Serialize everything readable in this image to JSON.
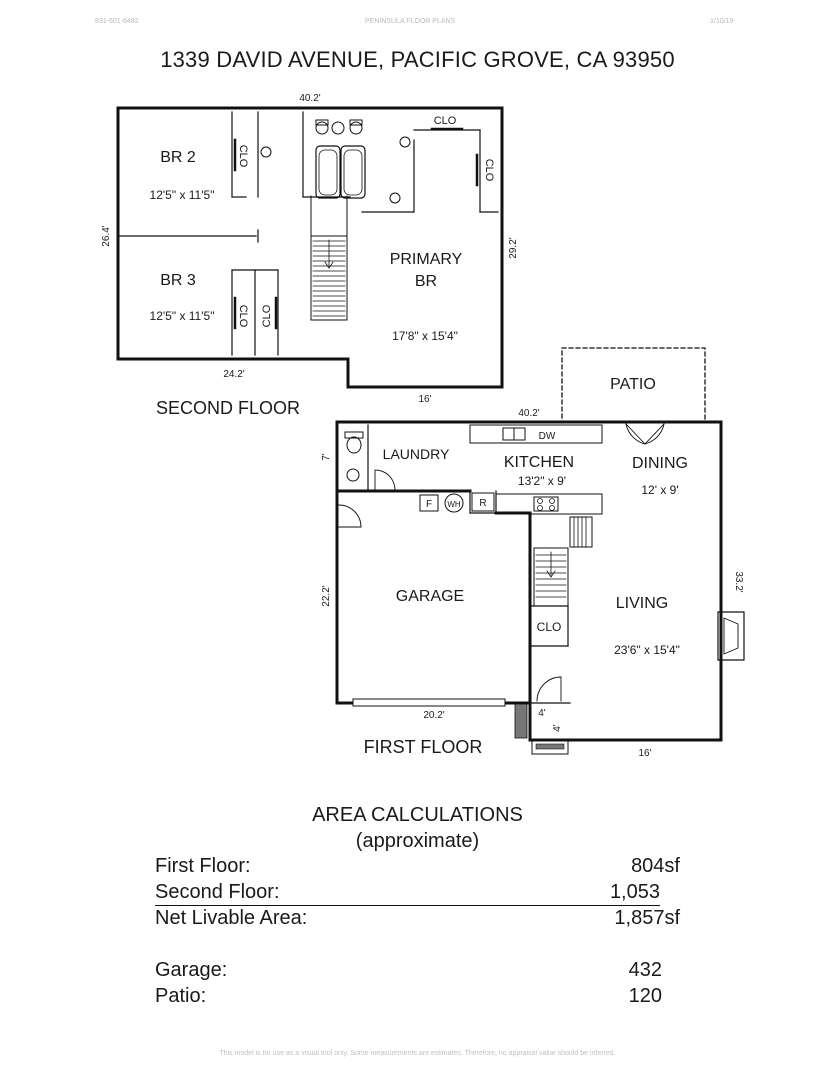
{
  "header": {
    "phone": "831-601-6482",
    "company": "PENINSULA FLOOR PLANS",
    "date": "1/10/19"
  },
  "title": "1339 DAVID AVENUE, PACIFIC GROVE, CA  93950",
  "second_floor": {
    "label": "SECOND FLOOR",
    "dims": {
      "top": "40.2'",
      "left": "26.4'",
      "right": "29.2'",
      "bottom_left": "24.2'",
      "bottom_right": "16'"
    },
    "rooms": {
      "br2": {
        "name": "BR 2",
        "size": "12'5\" x 11'5\""
      },
      "br3": {
        "name": "BR 3",
        "size": "12'5\" x 11'5\""
      },
      "primary_line1": "PRIMARY",
      "primary_line2": "BR",
      "primary_size": "17'8\" x 15'4\"",
      "clo": "CLO"
    }
  },
  "first_floor": {
    "label": "FIRST FLOOR",
    "dims": {
      "top": "40.2'",
      "left_small": "7'",
      "left": "22.2'",
      "garage_bottom": "20.2'",
      "right": "33.2'",
      "bottom": "16'",
      "entry_w": "4'",
      "entry_h": "4'"
    },
    "rooms": {
      "patio": "PATIO",
      "laundry": "LAUNDRY",
      "kitchen": {
        "name": "KITCHEN",
        "size": "13'2\" x 9'"
      },
      "dining": {
        "name": "DINING",
        "size": "12' x 9'"
      },
      "garage": "GARAGE",
      "living": {
        "name": "LIVING",
        "size": "23'6\" x 15'4\""
      },
      "clo": "CLO"
    },
    "appliances": {
      "dw": "DW",
      "f": "F",
      "wh": "WH",
      "r": "R"
    }
  },
  "area_calculations": {
    "title": "AREA CALCULATIONS",
    "subtitle": "(approximate)",
    "rows": [
      {
        "label": "First  Floor:",
        "value": "804sf"
      },
      {
        "label": "Second Floor:",
        "value": "1,053"
      },
      {
        "label": "Net Livable Area:",
        "value": "1,857sf"
      },
      {
        "label": "Garage:",
        "value": "432"
      },
      {
        "label": "Patio:",
        "value": "120"
      }
    ]
  },
  "footer": "This model is for use as a visual tool only.  Some measurements are estimates.  Therefore, no appraisal value should be inferred."
}
